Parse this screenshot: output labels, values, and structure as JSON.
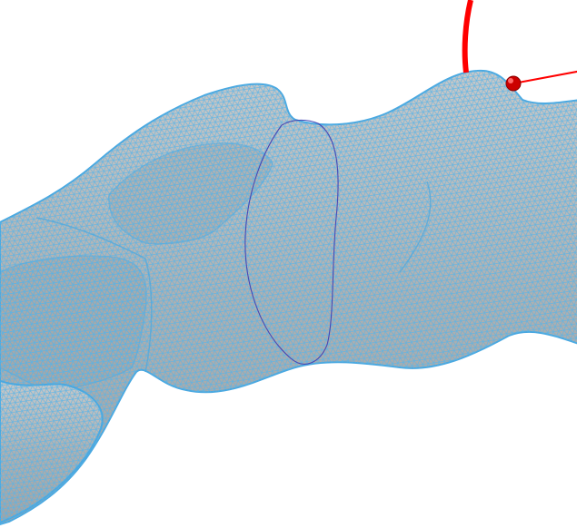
{
  "viewport": {
    "background": "#ffffff"
  },
  "mesh": {
    "fill_color": "#b3b3b3",
    "shade_color": "#9c9c9c",
    "wire_color": "#56b4e9",
    "outline_color": "#4aa8e0",
    "icon": "mesh-surface"
  },
  "section_curve": {
    "color": "#4646b4",
    "icon": "cross-section-curve"
  },
  "gizmo": {
    "ring_color": "#ff0000",
    "ring_hidden_color": "#8c3030",
    "handle_color": "#cc0000",
    "axis_color": "#ff0000",
    "icon": "rotation-gizmo"
  }
}
